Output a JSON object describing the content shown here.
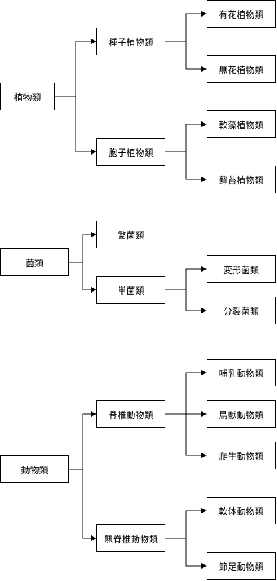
{
  "plants": {
    "root": "植物類",
    "seed": "種子植物類",
    "flowering": "有花植物類",
    "flowerless": "無花植物類",
    "spore": "胞子植物類",
    "algae": "軟藻植物類",
    "moss": "蘚苔植物類"
  },
  "fungi": {
    "root": "菌類",
    "mold": "繁菌類",
    "single": "単菌類",
    "transform": "変形菌類",
    "fission": "分裂菌類"
  },
  "animals": {
    "root": "動物類",
    "vertebrate": "脊椎動物類",
    "mammal": "哺乳動物類",
    "bird": "鳥獣動物類",
    "reptile": "爬生動物類",
    "invertebrate": "無脊椎動物類",
    "mollusk": "軟体動物類",
    "arthropod": "節足動物類"
  }
}
